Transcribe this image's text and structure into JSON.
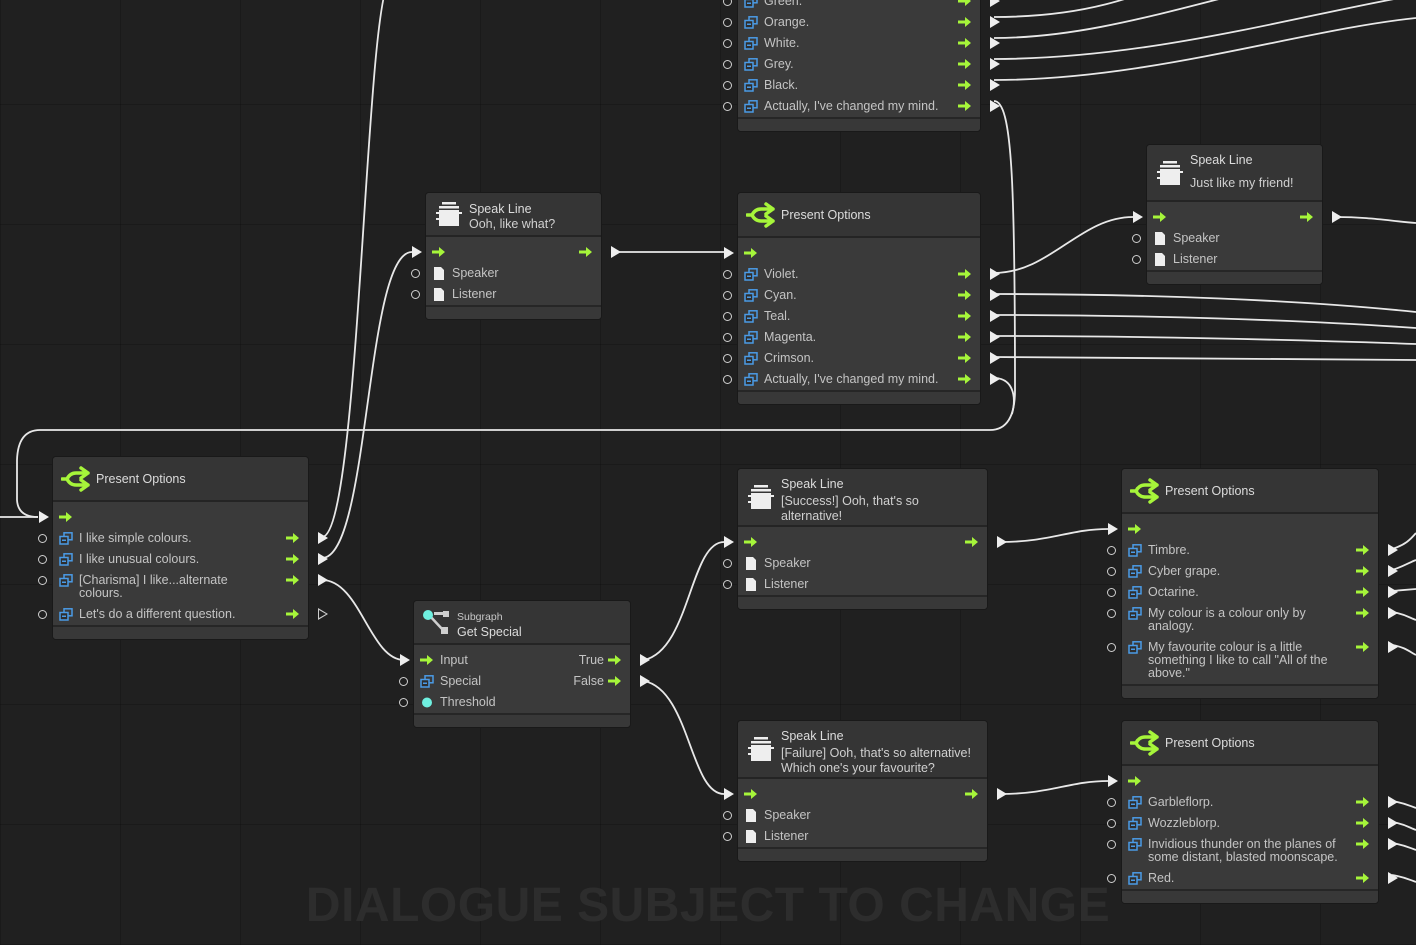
{
  "watermark": "DIALOGUE SUBJECT TO CHANGE",
  "colors": {
    "accent_green": "#a6f53a",
    "option_blue": "#3d8ee0",
    "threshold_cyan": "#6ff0e0",
    "background": "#202020"
  },
  "nodes": [
    {
      "id": "top-options",
      "type": "present-options",
      "title": "Present Options",
      "rows": [
        {
          "kind": "flow"
        },
        {
          "kind": "option",
          "label": "Green.",
          "connected": true
        },
        {
          "kind": "option",
          "label": "Orange.",
          "connected": true
        },
        {
          "kind": "option",
          "label": "White.",
          "connected": true
        },
        {
          "kind": "option",
          "label": "Grey.",
          "connected": true
        },
        {
          "kind": "option",
          "label": "Black.",
          "connected": true
        },
        {
          "kind": "option",
          "label": "Actually, I've changed my mind.",
          "connected": true
        }
      ]
    },
    {
      "id": "speak-ooh",
      "type": "speak-line",
      "title": "Speak Line",
      "subtitle": "Ooh, like what?",
      "rows": [
        {
          "kind": "flow",
          "connected": true
        },
        {
          "kind": "file",
          "label": "Speaker"
        },
        {
          "kind": "file",
          "label": "Listener"
        }
      ]
    },
    {
      "id": "mid-options",
      "type": "present-options",
      "title": "Present Options",
      "rows": [
        {
          "kind": "flow"
        },
        {
          "kind": "option",
          "label": "Violet.",
          "connected": true
        },
        {
          "kind": "option",
          "label": "Cyan.",
          "connected": true
        },
        {
          "kind": "option",
          "label": "Teal.",
          "connected": true
        },
        {
          "kind": "option",
          "label": "Magenta.",
          "connected": true
        },
        {
          "kind": "option",
          "label": "Crimson.",
          "connected": true
        },
        {
          "kind": "option",
          "label": "Actually, I've changed my mind.",
          "connected": true
        }
      ]
    },
    {
      "id": "speak-friend",
      "type": "speak-line",
      "title": "Speak Line",
      "subtitle": "Just like my friend!",
      "rows": [
        {
          "kind": "flow",
          "connected": true
        },
        {
          "kind": "file",
          "label": "Speaker"
        },
        {
          "kind": "file",
          "label": "Listener"
        }
      ]
    },
    {
      "id": "left-options",
      "type": "present-options",
      "title": "Present Options",
      "rows": [
        {
          "kind": "flow"
        },
        {
          "kind": "option",
          "label": "I like simple colours.",
          "connected": true
        },
        {
          "kind": "option",
          "label": "I like unusual colours.",
          "connected": true
        },
        {
          "kind": "option",
          "label": "[Charisma] I like...alternate colours.",
          "connected": true
        },
        {
          "kind": "option",
          "label": "Let's do a different question.",
          "connected": false
        }
      ]
    },
    {
      "id": "subgraph",
      "type": "subgraph",
      "title": "Get Special",
      "subtitle": "Subgraph",
      "rows": [
        {
          "kind": "flow-in",
          "label": "Input",
          "out": "True",
          "connected": true
        },
        {
          "kind": "option",
          "label": "Special",
          "out": "False",
          "connected": true
        },
        {
          "kind": "value",
          "label": "Threshold"
        }
      ]
    },
    {
      "id": "speak-success",
      "type": "speak-line",
      "title": "Speak Line",
      "subtitle": "[Success!] Ooh, that's so alternative!",
      "rows": [
        {
          "kind": "flow",
          "connected": true
        },
        {
          "kind": "file",
          "label": "Speaker"
        },
        {
          "kind": "file",
          "label": "Listener"
        }
      ]
    },
    {
      "id": "right-options-1",
      "type": "present-options",
      "title": "Present Options",
      "rows": [
        {
          "kind": "flow"
        },
        {
          "kind": "option",
          "label": "Timbre.",
          "connected": true
        },
        {
          "kind": "option",
          "label": "Cyber grape.",
          "connected": true
        },
        {
          "kind": "option",
          "label": "Octarine.",
          "connected": true
        },
        {
          "kind": "option",
          "label": "My colour is a colour only by analogy.",
          "connected": true
        },
        {
          "kind": "option",
          "label": "My favourite colour is a little something I like to call \"All of the above.\"",
          "connected": true
        }
      ]
    },
    {
      "id": "speak-failure",
      "type": "speak-line",
      "title": "Speak Line",
      "subtitle": "[Failure] Ooh, that's so alternative! Which one's your favourite?",
      "rows": [
        {
          "kind": "flow",
          "connected": true
        },
        {
          "kind": "file",
          "label": "Speaker"
        },
        {
          "kind": "file",
          "label": "Listener"
        }
      ]
    },
    {
      "id": "right-options-2",
      "type": "present-options",
      "title": "Present Options",
      "rows": [
        {
          "kind": "flow"
        },
        {
          "kind": "option",
          "label": "Garbleflorp.",
          "connected": true
        },
        {
          "kind": "option",
          "label": "Wozzleblorp.",
          "connected": true
        },
        {
          "kind": "option",
          "label": "Invidious thunder on the planes of some distant, blasted moonscape.",
          "connected": true
        },
        {
          "kind": "option",
          "label": "Red.",
          "connected": true
        }
      ]
    }
  ]
}
